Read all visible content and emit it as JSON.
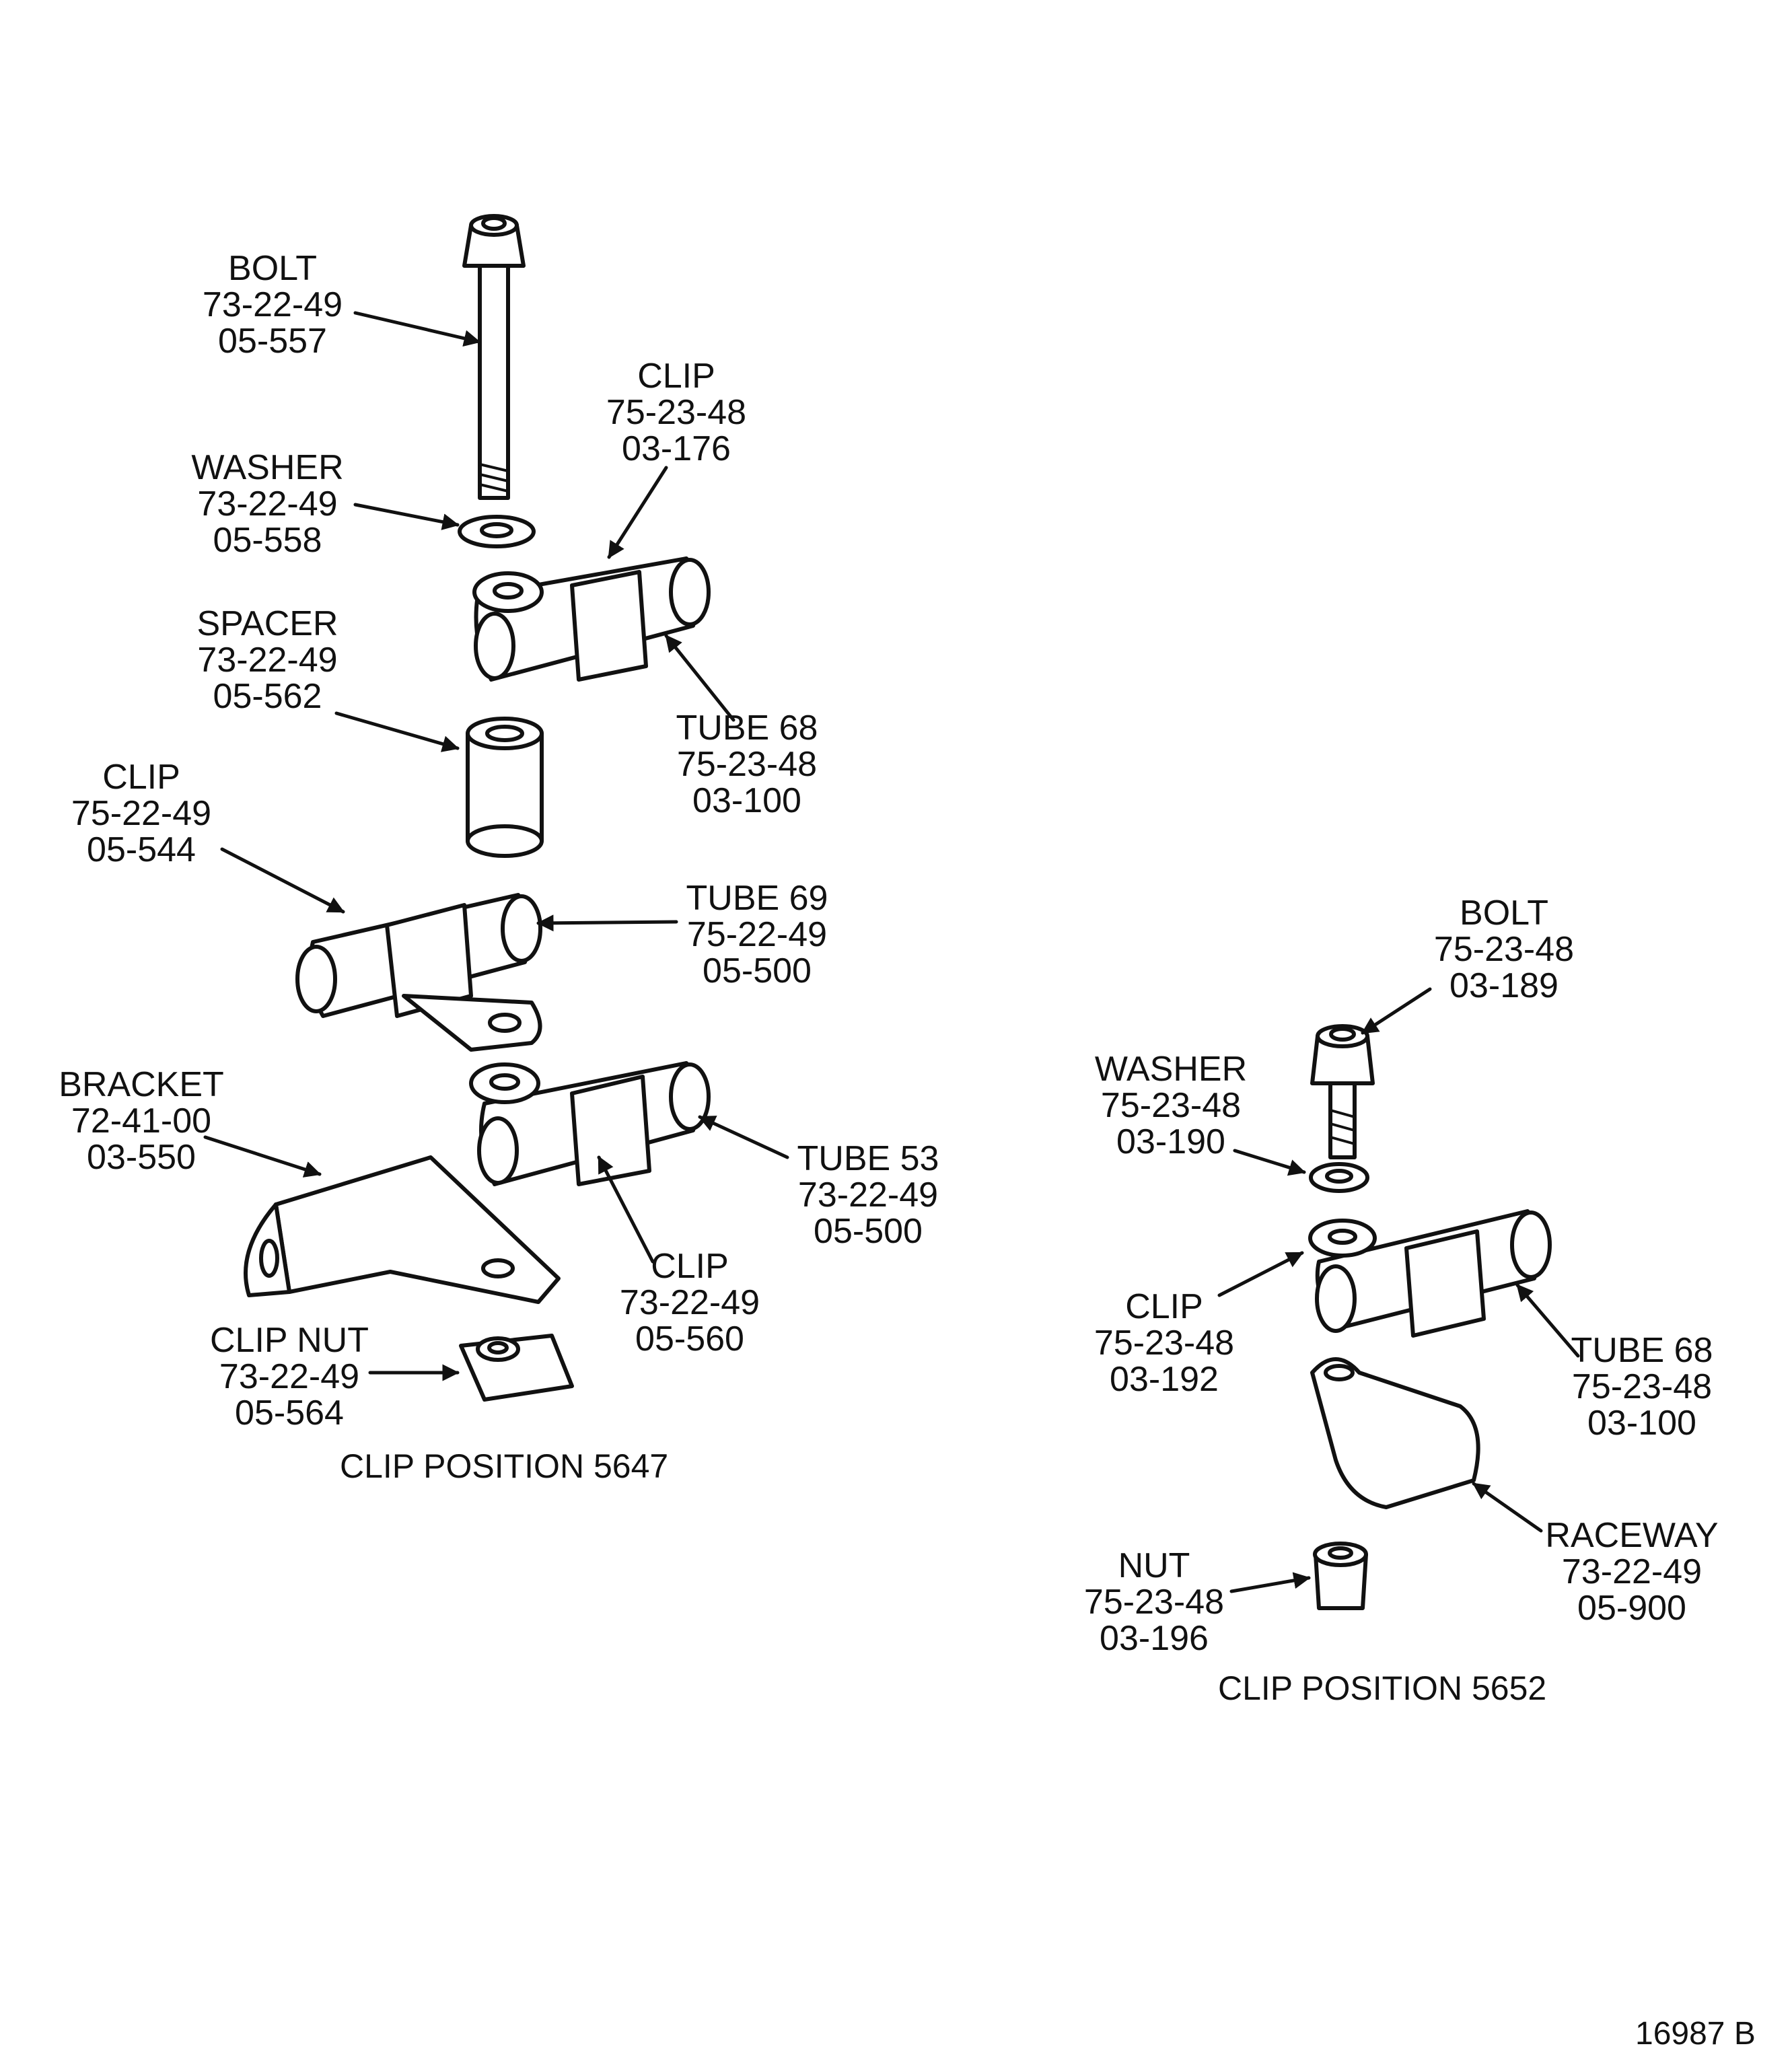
{
  "left_assembly": {
    "caption": "CLIP POSITION 5647",
    "labels": {
      "bolt": {
        "name": "BOLT",
        "code": "73-22-49",
        "num": "05-557"
      },
      "washer": {
        "name": "WASHER",
        "code": "73-22-49",
        "num": "05-558"
      },
      "spacer": {
        "name": "SPACER",
        "code": "73-22-49",
        "num": "05-562"
      },
      "clip_top": {
        "name": "CLIP",
        "code": "75-23-48",
        "num": "03-176"
      },
      "tube68": {
        "name": "TUBE 68",
        "code": "75-23-48",
        "num": "03-100"
      },
      "clip_mid": {
        "name": "CLIP",
        "code": "75-22-49",
        "num": "05-544"
      },
      "tube69": {
        "name": "TUBE 69",
        "code": "75-22-49",
        "num": "05-500"
      },
      "bracket": {
        "name": "BRACKET",
        "code": "72-41-00",
        "num": "03-550"
      },
      "tube53": {
        "name": "TUBE 53",
        "code": "73-22-49",
        "num": "05-500"
      },
      "clip_low": {
        "name": "CLIP",
        "code": "73-22-49",
        "num": "05-560"
      },
      "clipnut": {
        "name": "CLIP NUT",
        "code": "73-22-49",
        "num": "05-564"
      }
    }
  },
  "right_assembly": {
    "caption": "CLIP POSITION 5652",
    "labels": {
      "bolt": {
        "name": "BOLT",
        "code": "75-23-48",
        "num": "03-189"
      },
      "washer": {
        "name": "WASHER",
        "code": "75-23-48",
        "num": "03-190"
      },
      "clip": {
        "name": "CLIP",
        "code": "75-23-48",
        "num": "03-192"
      },
      "tube68": {
        "name": "TUBE 68",
        "code": "75-23-48",
        "num": "03-100"
      },
      "raceway": {
        "name": "RACEWAY",
        "code": "73-22-49",
        "num": "05-900"
      },
      "nut": {
        "name": "NUT",
        "code": "75-23-48",
        "num": "03-196"
      }
    }
  },
  "figure_id": "16987 B"
}
